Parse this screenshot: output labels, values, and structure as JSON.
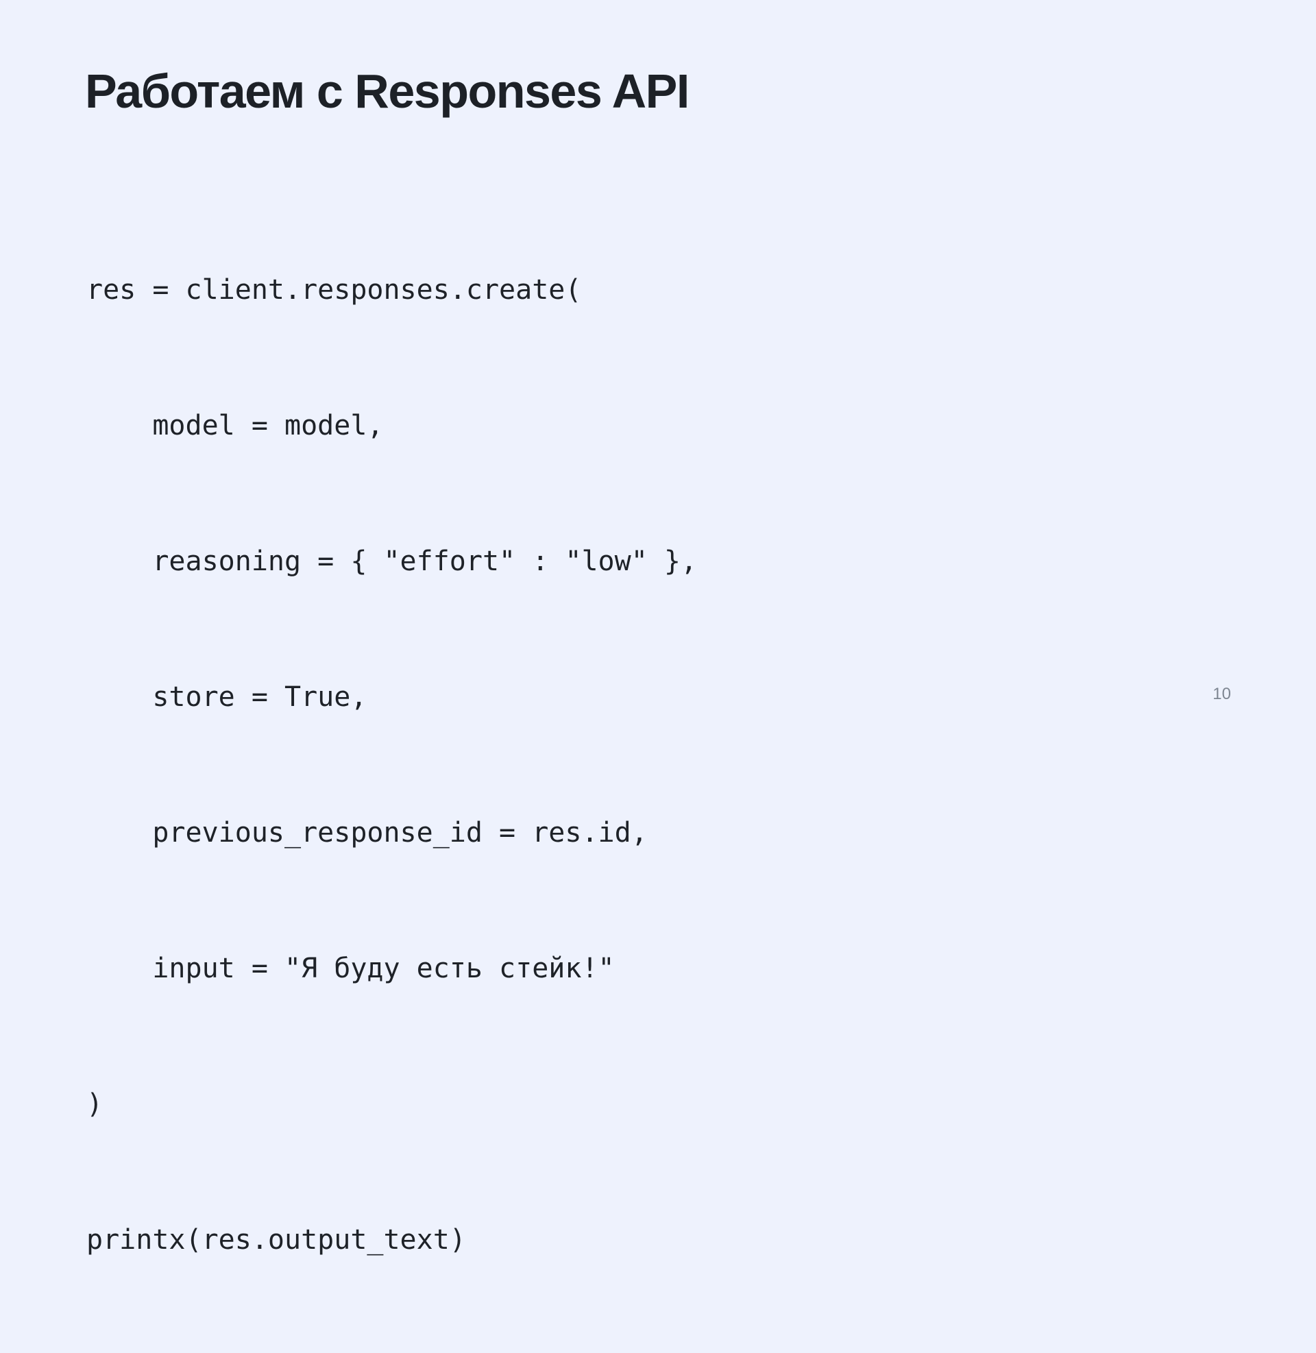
{
  "slide": {
    "title": "Работаем с Responses API",
    "code_lines": [
      "res = client.responses.create(",
      "    model = model,",
      "    reasoning = { \"effort\" : \"low\" },",
      "    store = True,",
      "    previous_response_id = res.id,",
      "    input = \"Я буду есть стейк!\"",
      ")",
      "printx(res.output_text)"
    ],
    "page_number": "10"
  },
  "colors": {
    "background": "#EEF2FD",
    "title": "#1D2127",
    "code_text": "#1E2228",
    "page_number": "#7E8692"
  }
}
